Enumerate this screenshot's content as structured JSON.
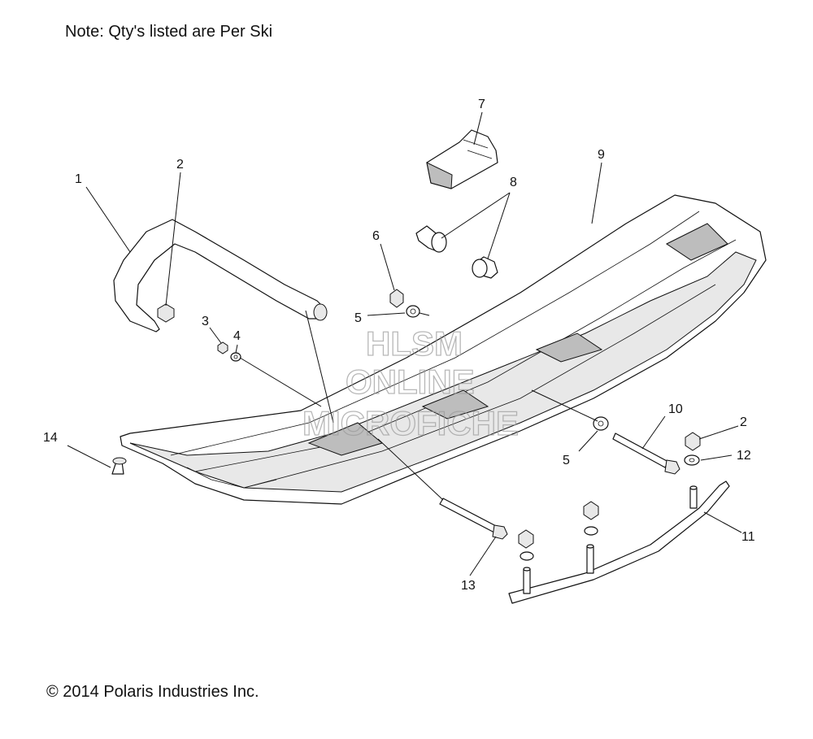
{
  "note": "Note: Qty's listed are Per Ski",
  "copyright": "© 2014 Polaris Industries Inc.",
  "watermark": [
    "HLSM",
    "ONLINE",
    "MICROFICHE"
  ],
  "callouts": [
    {
      "id": "1"
    },
    {
      "id": "2"
    },
    {
      "id": "3"
    },
    {
      "id": "4"
    },
    {
      "id": "5"
    },
    {
      "id": "6"
    },
    {
      "id": "7"
    },
    {
      "id": "8"
    },
    {
      "id": "9"
    },
    {
      "id": "10"
    },
    {
      "id": "11"
    },
    {
      "id": "12"
    },
    {
      "id": "13"
    },
    {
      "id": "14"
    }
  ]
}
